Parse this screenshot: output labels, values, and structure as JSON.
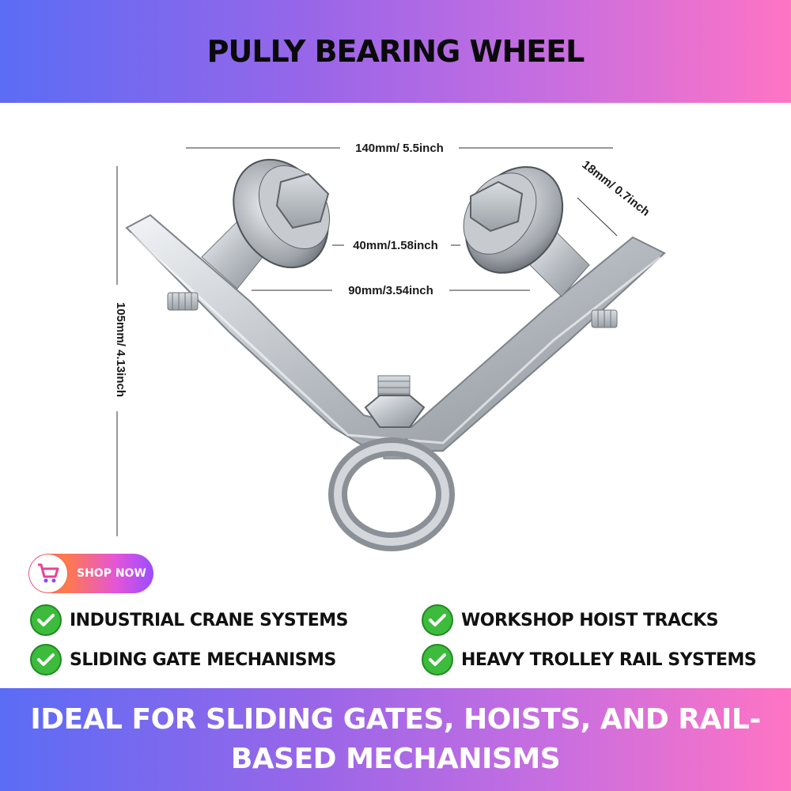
{
  "header": {
    "title": "PULLY BEARING WHEEL"
  },
  "dimensions": {
    "width_overall": "140mm/ 5.5inch",
    "wheel_thickness": "18mm/ 0.7inch",
    "wheel_diameter": "40mm/1.58inch",
    "inner_span": "90mm/3.54inch",
    "height": "105mm/ 4.13inch"
  },
  "shop": {
    "label": "SHOP NOW",
    "icon": "shopping-cart-icon"
  },
  "features": [
    {
      "label": "INDUSTRIAL CRANE SYSTEMS",
      "icon": "check-icon"
    },
    {
      "label": "WORKSHOP HOIST TRACKS",
      "icon": "check-icon"
    },
    {
      "label": "SLIDING GATE MECHANISMS",
      "icon": "check-icon"
    },
    {
      "label": "HEAVY TROLLEY RAIL SYSTEMS",
      "icon": "check-icon"
    }
  ],
  "footer": {
    "tagline": "IDEAL FOR SLIDING GATES, HOISTS, AND RAIL-BASED MECHANISMS"
  },
  "colors": {
    "banner_start": "#5b6cf5",
    "banner_end": "#ff74c4",
    "check_green": "#3dbb3d"
  }
}
